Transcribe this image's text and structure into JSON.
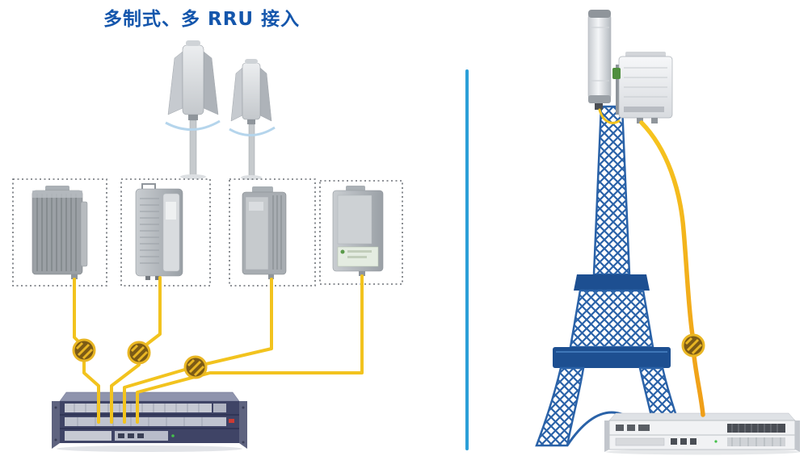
{
  "page": {
    "title": "多制式、多 RRU 接入"
  },
  "colors": {
    "title_blue": "#1456ac",
    "divider_blue": "#2b9fd8",
    "cable_yellow": "#f2c31e",
    "cable_orange": "#ef9d18",
    "tower_blue": "#2a62a8",
    "tower_dark": "#1d4f91",
    "rack_navy": "#3f4466",
    "coil_gold": "#e9b623",
    "coil_dark": "#7c5b16"
  },
  "icons": {
    "fiber_coil": "fiber-coil-icon",
    "panel_antenna": "panel-antenna",
    "rru": "remote-radio-unit",
    "bbu": "baseband-unit-rack",
    "tower": "transmission-tower",
    "transport_rack": "transport-equipment-rack"
  }
}
